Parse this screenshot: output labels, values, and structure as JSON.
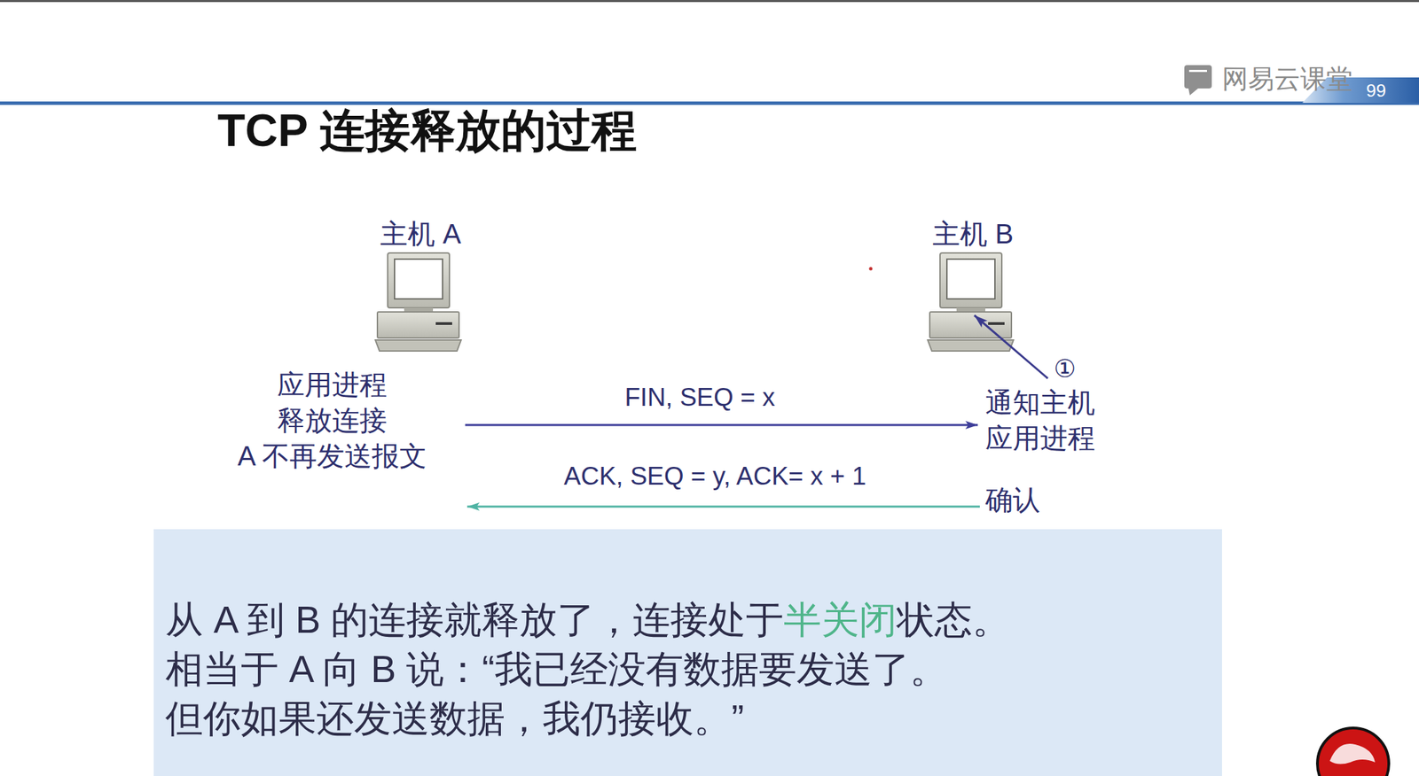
{
  "diagram": {
    "title": "TCP 连接释放的过程",
    "nodes": [
      {
        "text": [
          "主机 A",
          "应用进程 释放连接",
          "A 不再发送报文"
        ]
      },
      {
        "text": [
          "主机 B",
          "通知主机 应用进程",
          "确认"
        ]
      },
      {
        "text": [
          "从 A 到 B 的连接就释放了，连接处于",
          "半关闭",
          "状态。",
          "相当于 A 向 B 说：“我已经没有数据要发送了。",
          "但你如果还发送数据，我仍接收。”"
        ]
      }
    ],
    "edges": [
      {
        "from": 0,
        "to": 1,
        "arrow": "to",
        "label": "FIN, SEQ = x"
      },
      {
        "from": 1,
        "to": 0,
        "arrow": "to",
        "label": "ACK, SEQ = y, ACK= x + 1"
      }
    ],
    "labels": [
      "①",
      "网易云课堂",
      "99"
    ]
  }
}
